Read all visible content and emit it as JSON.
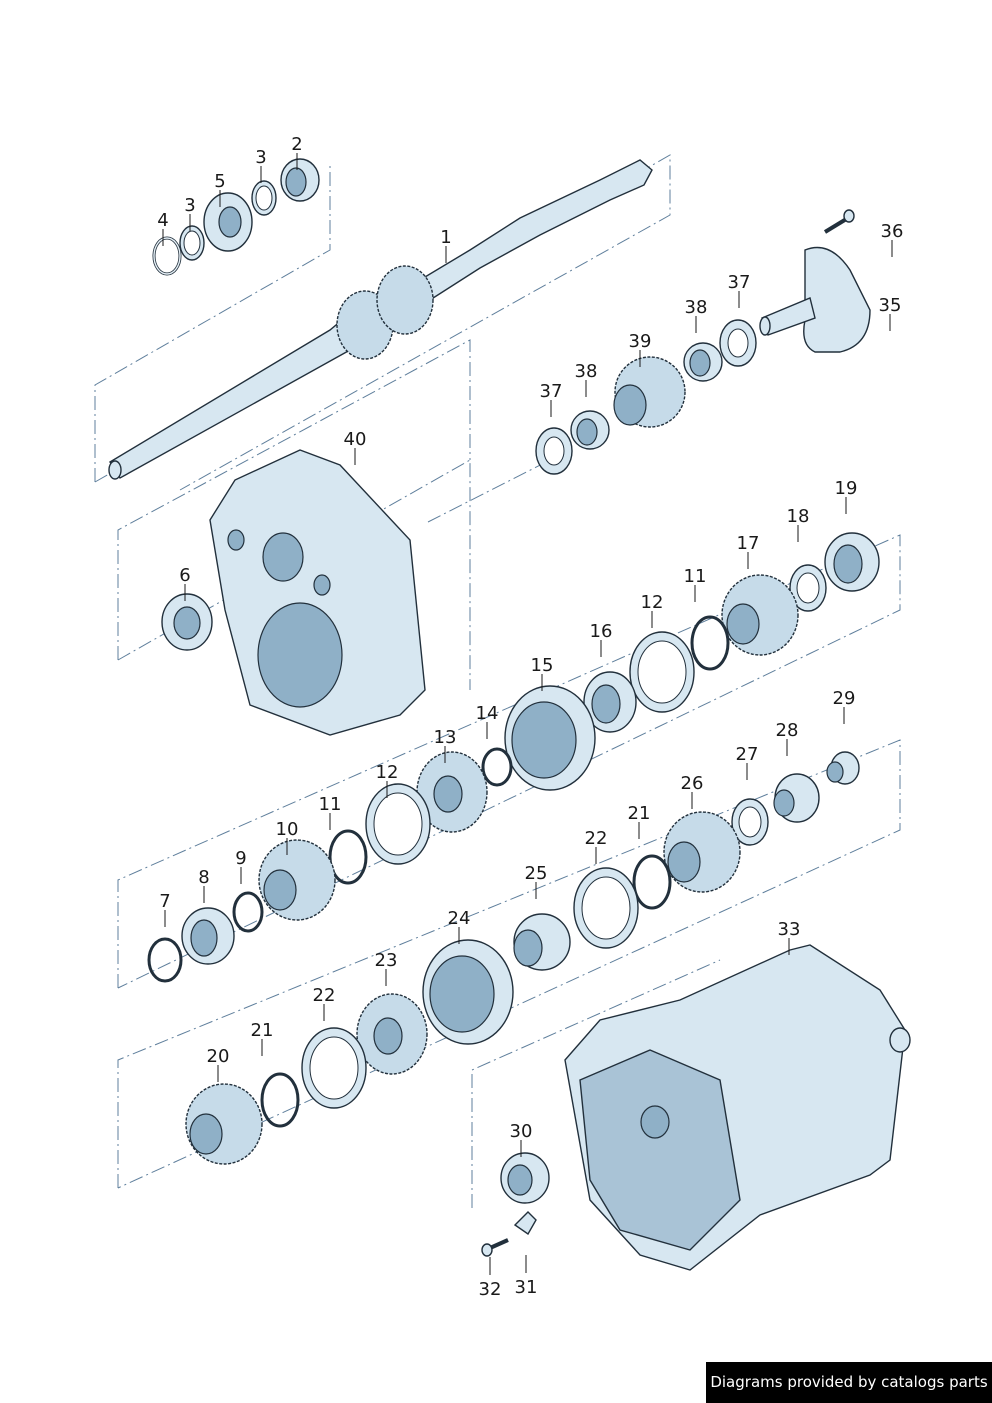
{
  "diagram": {
    "title": "Transmission shaft and gear set exploded view",
    "labels": [
      "2",
      "3",
      "5",
      "3",
      "4",
      "1",
      "36",
      "37",
      "35",
      "38",
      "39",
      "38",
      "37",
      "40",
      "19",
      "18",
      "17",
      "6",
      "11",
      "12",
      "16",
      "15",
      "29",
      "14",
      "28",
      "13",
      "27",
      "12",
      "26",
      "11",
      "21",
      "10",
      "22",
      "9",
      "25",
      "8",
      "7",
      "24",
      "33",
      "23",
      "22",
      "21",
      "20",
      "30",
      "32",
      "31"
    ],
    "colors": {
      "part_fill": "#d7e7f1",
      "outline": "#22303c",
      "guide": "#5f7f9c"
    }
  },
  "footer": {
    "credit": "Diagrams provided by catalogs parts"
  }
}
